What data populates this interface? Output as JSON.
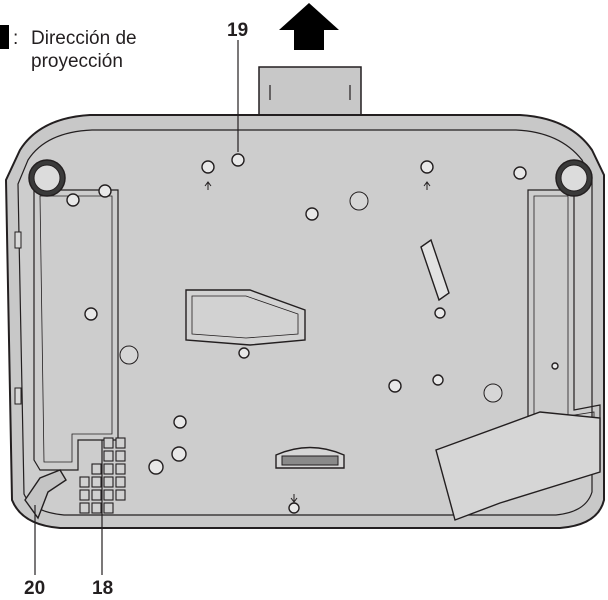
{
  "legend": {
    "arrow_meaning_line1": "Dirección de",
    "arrow_meaning_line2": "proyección",
    "separator": ":"
  },
  "callouts": {
    "label_19": "19",
    "label_18": "18",
    "label_20": "20"
  },
  "colors": {
    "body_fill": "#c8c8c8",
    "body_fill_light": "#dcdcdc",
    "outline": "#231f20",
    "arrow": "#000000"
  }
}
